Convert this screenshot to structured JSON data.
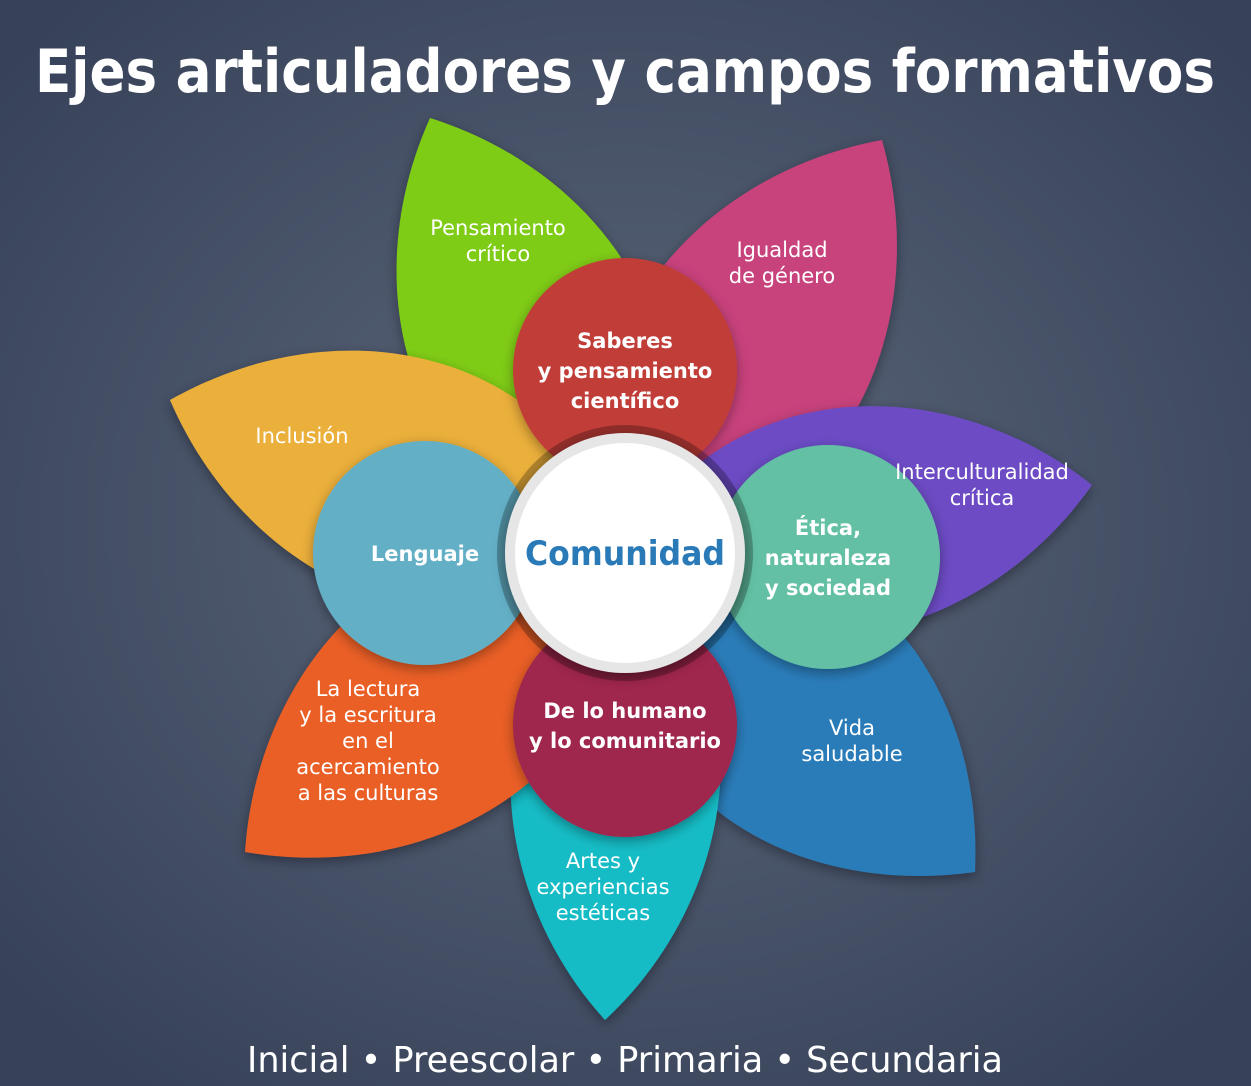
{
  "title": "Ejes articuladores y campos formativos",
  "center": {
    "label": "Comunidad",
    "color": "#2a7ab8"
  },
  "ejes_articuladores": [
    {
      "lines": [
        "Pensamiento",
        "crítico"
      ],
      "color": "#7fcc12"
    },
    {
      "lines": [
        "Igualdad",
        "de género"
      ],
      "color": "#c8427b"
    },
    {
      "lines": [
        "Interculturalidad",
        "crítica"
      ],
      "color": "#6c4cc4"
    },
    {
      "lines": [
        "Vida",
        "saludable"
      ],
      "color": "#2b7cb9"
    },
    {
      "lines": [
        "Artes y",
        "experiencias",
        "estéticas"
      ],
      "color": "#13bcc5"
    },
    {
      "lines": [
        "La lectura",
        "y la escritura",
        "en el",
        "acercamiento",
        "a las culturas"
      ],
      "color": "#ea5f25"
    },
    {
      "lines": [
        "Inclusión"
      ],
      "color": "#ebaf3a"
    }
  ],
  "campos_formativos": [
    {
      "lines": [
        "Saberes",
        "y pensamiento",
        "científico"
      ],
      "color": "#c13c37"
    },
    {
      "lines": [
        "Ética,",
        "naturaleza",
        "y sociedad"
      ],
      "color": "#63c0a4"
    },
    {
      "lines": [
        "De lo humano",
        "y lo comunitario"
      ],
      "color": "#9f284e"
    },
    {
      "lines": [
        "Lenguaje"
      ],
      "color": "#63afc6"
    }
  ],
  "footer": "Inicial • Preescolar • Primaria • Secundaria"
}
